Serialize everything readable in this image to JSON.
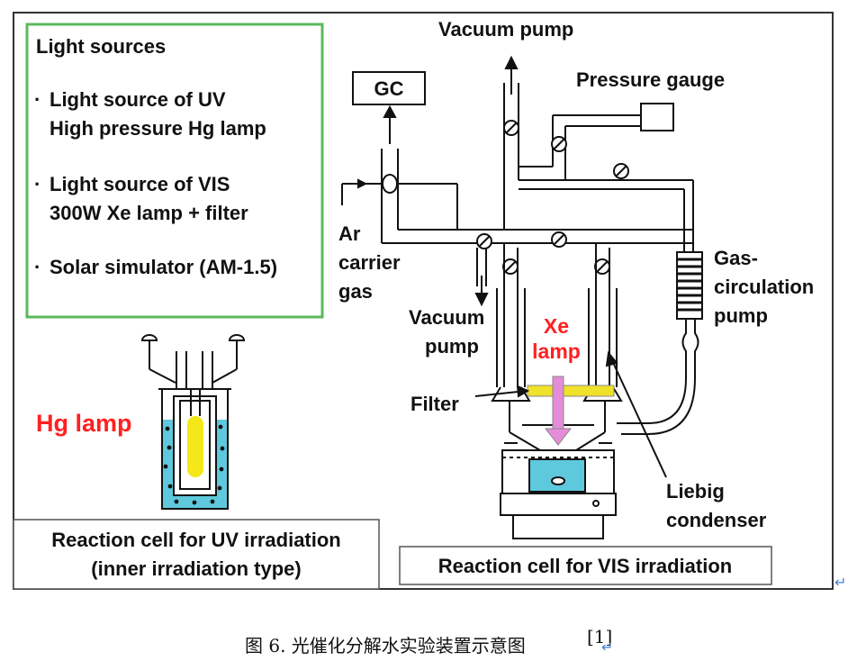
{
  "light_sources": {
    "title": "Light sources",
    "items": [
      [
        "Light source of UV",
        "High pressure Hg lamp"
      ],
      [
        "Light source of VIS",
        "300W Xe lamp + filter"
      ],
      [
        "Solar simulator (AM-1.5)"
      ]
    ]
  },
  "labels": {
    "vacuum_pump_top": "Vacuum pump",
    "pressure_gauge": "Pressure gauge",
    "gc": "GC",
    "ar_carrier_gas": [
      "Ar",
      "carrier",
      "gas"
    ],
    "gas_circulation_pump": [
      "Gas-",
      "circulation",
      "pump"
    ],
    "vacuum_pump_side": [
      "Vacuum",
      "pump"
    ],
    "xe_lamp": [
      "Xe",
      "lamp"
    ],
    "filter": "Filter",
    "liebig_condenser": [
      "Liebig",
      "condenser"
    ],
    "hg_lamp": "Hg lamp"
  },
  "boxes": {
    "uv_cell": [
      "Reaction cell for UV irradiation",
      "(inner irradiation type)"
    ],
    "vis_cell": "Reaction cell for VIS irradiation"
  },
  "caption": {
    "text": "图 6.  光催化分解水实验装置示意图",
    "ref": "[1]"
  },
  "colors": {
    "light_box_border": "#5cb85c",
    "water": "#5ec8dc",
    "hg_lamp_body": "#f5e81a",
    "filter": "#f0e12a",
    "xe_beam": "#e58cd8",
    "red_text": "#ff2020",
    "return_mark": "#4a7fd4"
  }
}
